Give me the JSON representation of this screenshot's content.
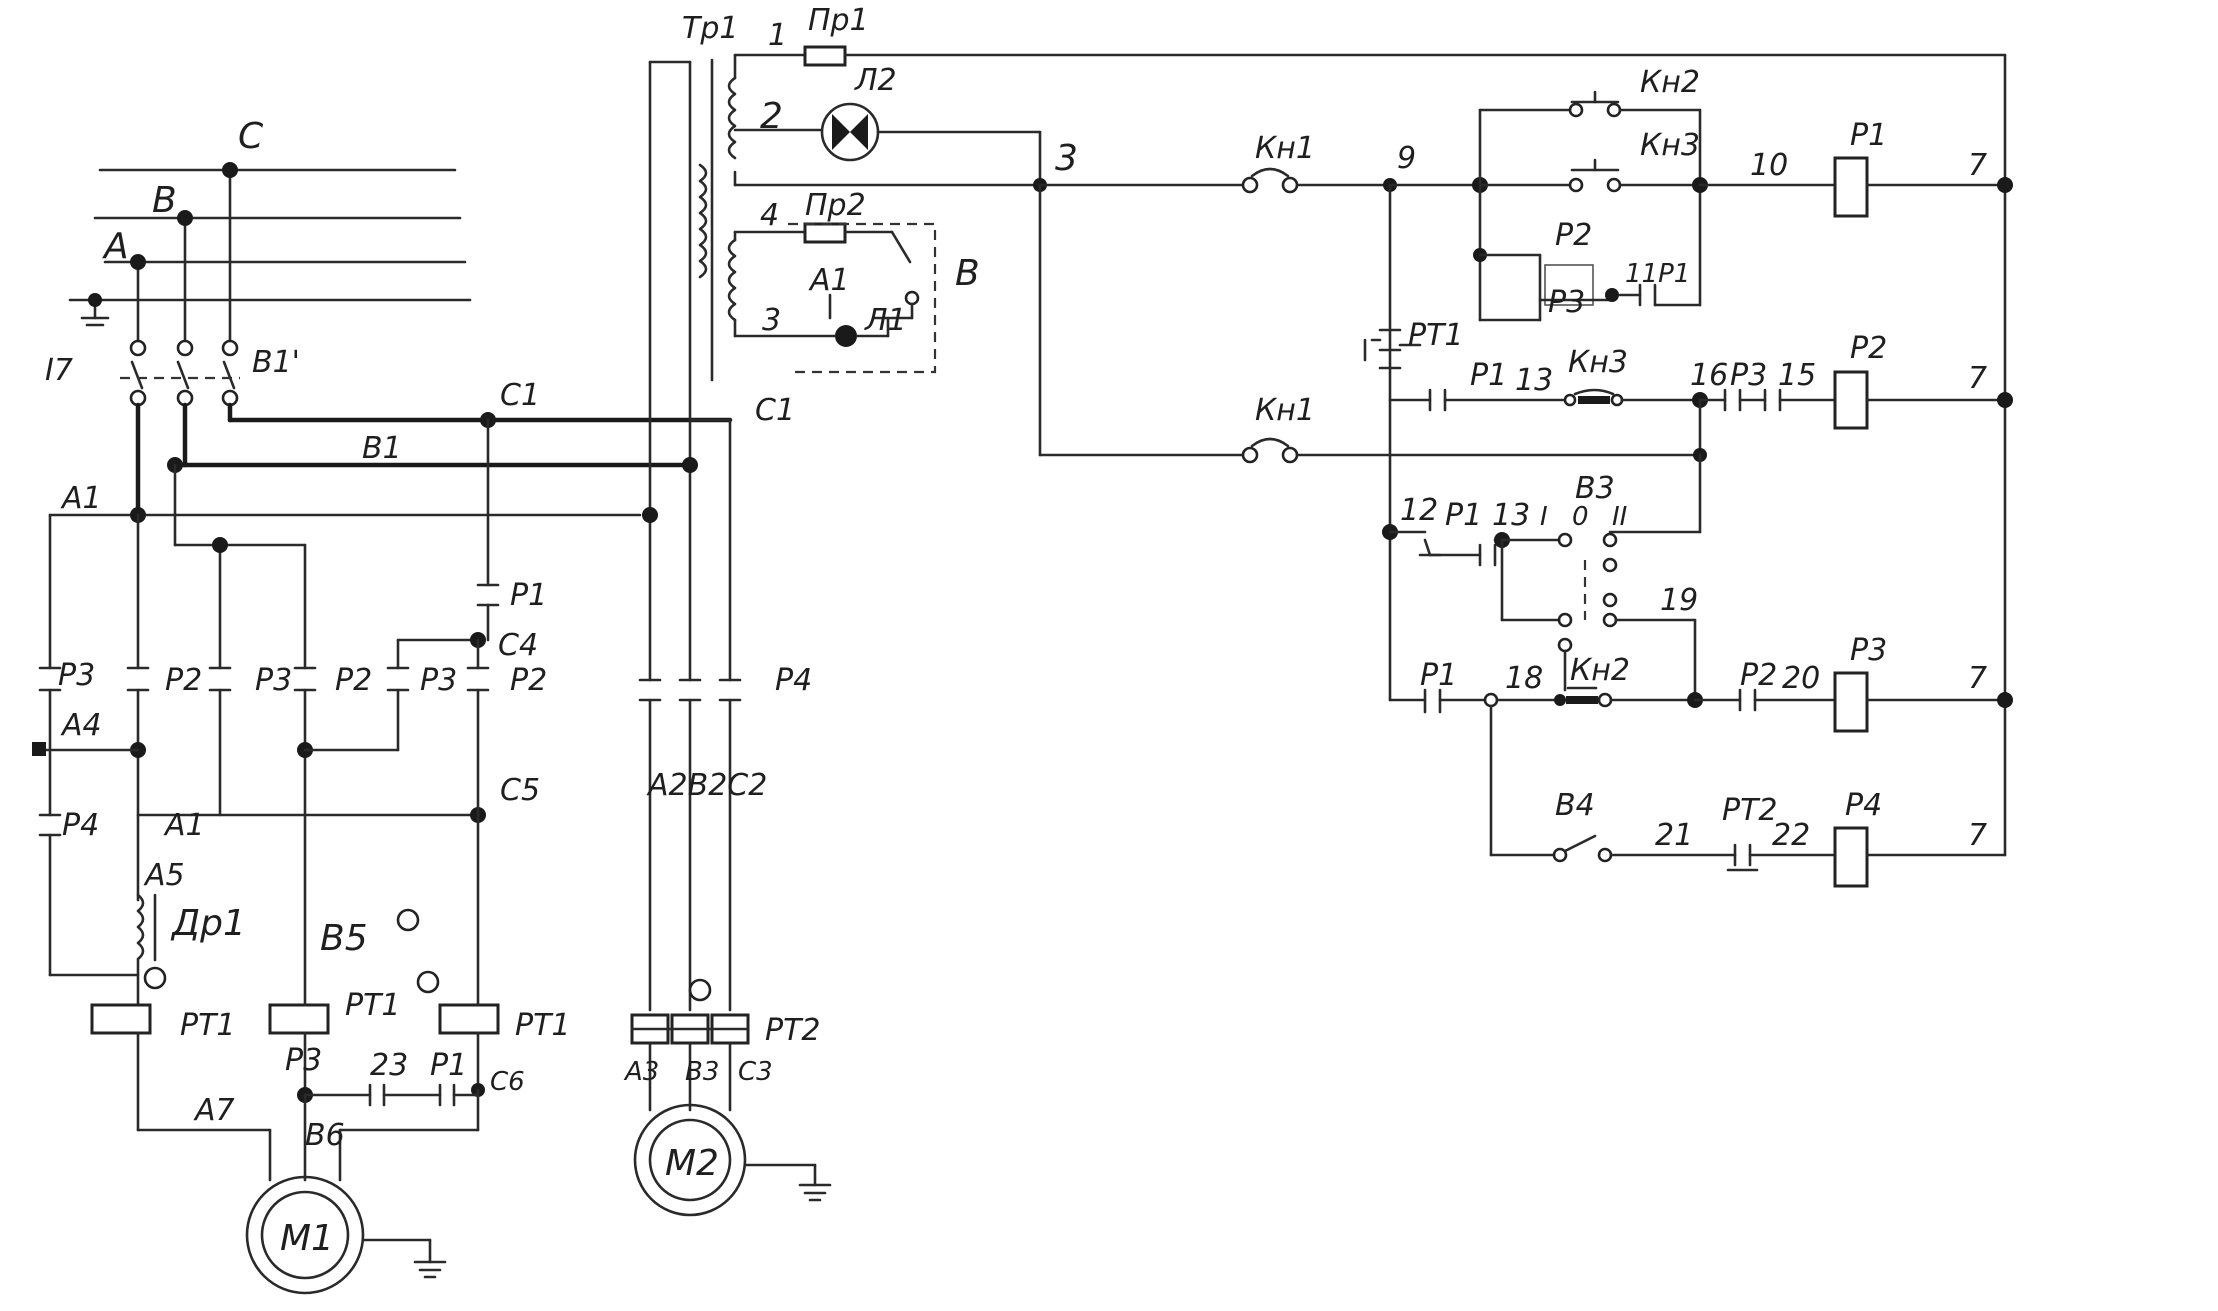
{
  "supply": {
    "phase_c": "C",
    "phase_b": "B",
    "phase_a": "A",
    "mark_i7": "I7",
    "switch_v1": "B1'"
  },
  "buses": {
    "c1_left": "C1",
    "b1": "B1",
    "a1": "A1",
    "c1_right": "C1",
    "a1_mid": "A1"
  },
  "power": {
    "c4": "C4",
    "c5": "C5",
    "a4": "A4",
    "a5": "A5",
    "a7": "A7",
    "b5": "B5",
    "b6": "B6",
    "c6": "C6",
    "dr1": "Др1",
    "n23": "23",
    "a2b2c2": "A2B2C2",
    "a3": "A3",
    "b3": "B3",
    "c3": "C3",
    "contacts": {
      "p1_top": "P1",
      "p3_a": "P3",
      "p2_a": "P2",
      "p3_b": "P3",
      "p2_b": "P2",
      "p3_c": "P3",
      "p2_c": "P2",
      "p4": "P4",
      "p4_low": "P4",
      "p3_low": "P3",
      "p1_low": "P1"
    },
    "relays": {
      "pt1_a": "PT1",
      "pt1_b": "PT1",
      "pt1_c": "PT1",
      "pt2": "PT2"
    }
  },
  "motors": {
    "m1": "M1",
    "m2": "M2"
  },
  "transformer": {
    "tr1": "Тр1",
    "pr1": "Пр1",
    "pr2": "Пр2",
    "lamp_l2": "Л2",
    "lamp_l1": "Л1",
    "a1": "A1",
    "switch_v": "B",
    "n1": "1",
    "n2": "2",
    "n3": "3",
    "n4": "4",
    "n3b": "3"
  },
  "control": {
    "kn1_a": "Кн1",
    "kn1_b": "Кн1",
    "kn2_a": "Кн2",
    "kn2_b": "Кн2",
    "kn3_a": "Кн3",
    "kn3_b": "Кн3",
    "pt1": "PT1",
    "pt2": "PT2",
    "b3": "B3",
    "b3_zero": "0",
    "b3_one": "I",
    "b3_two": "II",
    "b4": "B4",
    "coils": {
      "p1": "P1",
      "p2": "P2",
      "p3": "P3",
      "p4": "P4"
    },
    "contacts": {
      "p2": "P2",
      "p3": "P3",
      "pr1": "11P1",
      "p1_13": "P1",
      "p3_15": "P3",
      "p1_12": "P1",
      "p1_18": "P1",
      "p2_20": "P2"
    },
    "nodes": {
      "n3": "3",
      "n9": "9",
      "n10": "10",
      "n13": "13",
      "n15": "15",
      "n16": "16",
      "n12": "12",
      "n13b": "13",
      "n18": "18",
      "n19": "19",
      "n20": "20",
      "n21": "21",
      "n22": "22",
      "n7a": "7",
      "n7b": "7",
      "n7c": "7",
      "n7d": "7"
    }
  }
}
